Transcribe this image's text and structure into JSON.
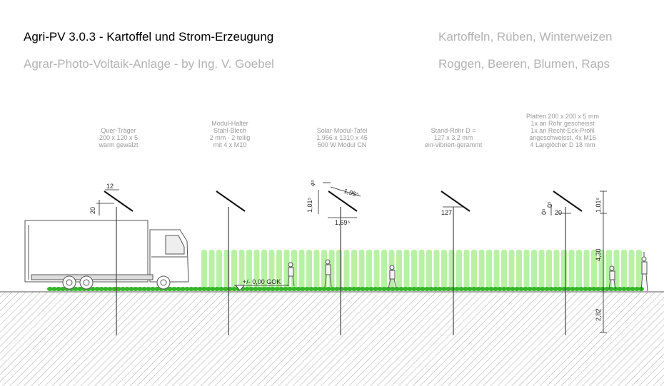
{
  "header": {
    "title": "Agri-PV 3.0.3 - Kartoffel und Strom-Erzeugung",
    "subtitle": "Agrar-Photo-Voltaik-Anlage - by Ing. V. Goebel",
    "crops_line1": "Kartoffeln, Rüben, Winterweizen",
    "crops_line2": "Roggen, Beeren, Blumen, Raps"
  },
  "labels": {
    "quertraeger": [
      "Quer-Träger",
      "200 x 120 x 5",
      "warm gewalzt"
    ],
    "modulhalter": [
      "Modul-Halter",
      "Stahl-Blech",
      "2 mm - 2 teilig",
      "mit 4 x M10"
    ],
    "solarmodul": [
      "Solar-Modul-Tafel",
      "1,956 x 1310 x 45",
      "500 W Modul CN"
    ],
    "standrohr": [
      "Stand-Rohr D =",
      "127 x 3,2 mm",
      "ein-vibriert-gerammt"
    ],
    "platten": [
      "Platten 200 x 200 x 5 mm",
      "1x an Rohr gescheisst",
      "1x an Recht-Eck-Profil",
      "angeschweisst, 4x M16",
      "4 Langlöcher D 18 mm"
    ]
  },
  "dimensions": {
    "d12": "12",
    "d20a": "20",
    "d40": "4⁰",
    "d1015a": "1,01⁵",
    "d195": "1,95⁵",
    "d169": "1,69⁵",
    "d127": "127",
    "d05a": "0⁵",
    "d05b": "0⁵",
    "d20b": "20",
    "d1015b": "1,01⁵",
    "d430": "4,30",
    "d282": "2,82",
    "gok": "+/- 0,00 GOK"
  },
  "colors": {
    "crop": "#7ee65a",
    "crop_dark": "#35b52a",
    "ground_hatch": "#a0a0a0",
    "line": "#444444",
    "title": "#000000",
    "muted": "#b3b3b3"
  }
}
